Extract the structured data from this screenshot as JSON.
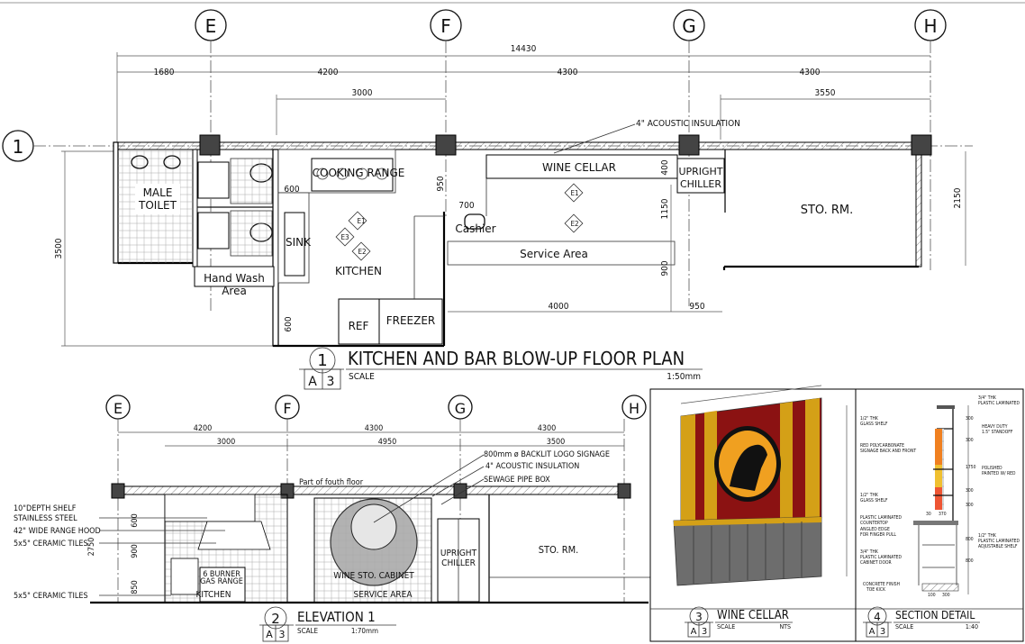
{
  "grid_labels": {
    "e": "E",
    "f": "F",
    "g": "G",
    "h": "H",
    "row1": "1"
  },
  "plan": {
    "dims": {
      "total": "14430",
      "d1": "1680",
      "d2": "4200",
      "d3": "4300",
      "d4": "4300",
      "inner1": "3000",
      "inner2": "3550",
      "side": "3500",
      "right": "2150",
      "d950a": "950",
      "d400": "400",
      "d1150": "1150",
      "d900": "900",
      "d700": "700",
      "d600a": "600",
      "d600b": "600",
      "d4000": "4000",
      "d950b": "950"
    },
    "rooms": {
      "male": "MALE",
      "toilet": "TOILET",
      "handwash": "Hand Wash",
      "area": "Area",
      "cooking": "COOKING RANGE",
      "sink": "SINK",
      "kitchen": "KITCHEN",
      "ref": "REF",
      "freezer": "FREEZER",
      "winecellar": "WINE CELLAR",
      "cashier": "Cashier",
      "service": "Service Area",
      "upright": "UPRIGHT",
      "chiller": "CHILLER",
      "sto": "STO. RM.",
      "insulation": "4\" ACOUSTIC INSULATION"
    },
    "elev_tags": {
      "e1": "E1",
      "e2": "E2",
      "e3": "E3"
    },
    "title": {
      "num": "1",
      "sheet": "A",
      "sheetnum": "3",
      "text": "KITCHEN AND BAR BLOW-UP FLOOR PLAN",
      "scale_label": "SCALE",
      "scale": "1:50mm"
    }
  },
  "elev": {
    "dims": {
      "a": "4200",
      "b": "4300",
      "c": "4300",
      "inner1": "3000",
      "inner2": "4950",
      "inner3": "3500",
      "h2750": "2750",
      "h600": "600",
      "h900": "900",
      "h850": "850"
    },
    "labels": {
      "shelf1": "10\"DEPTH SHELF",
      "shelf2": "STAINLESS STEEL",
      "hood": "42\" WIDE RANGE HOOD",
      "tiles1": "5x5\" CERAMIC TILES",
      "tiles2": "5x5\" CERAMIC TILES",
      "floor": "Part of fouth floor",
      "logo": "800mm ø BACKLIT LOGO SIGNAGE",
      "insul": "4\" ACOUSTIC INSULATION",
      "sewage": "SEWAGE PIPE BOX",
      "burner1": "6 BURNER",
      "burner2": "GAS RANGE",
      "kitchen": "KITCHEN",
      "wine": "WINE STO. CABINET",
      "service": "SERVICE AREA",
      "upright": "UPRIGHT",
      "chiller": "CHILLER",
      "sto": "STO. RM."
    },
    "title": {
      "num": "2",
      "sheet": "A",
      "sheetnum": "3",
      "text": "ELEVATION 1",
      "scale_label": "SCALE",
      "scale": "1:70mm"
    }
  },
  "wine": {
    "title": {
      "num": "3",
      "sheet": "A",
      "sheetnum": "3",
      "text": "WINE CELLAR",
      "scale_label": "SCALE",
      "scale": "NTS"
    }
  },
  "section": {
    "labels": {
      "l1a": "3/4\" THK",
      "l1b": "PLASTIC LAMINATED",
      "l2a": "1/2\" THK",
      "l2b": "GLASS SHELF",
      "l3a": "HEAVY DUTY",
      "l3b": "1.5\" STANDOFF",
      "l4a": "RED POLYCARBONATE",
      "l4b": "SIGNAGE BACK AND FRONT",
      "l5a": "POLISHED",
      "l5b": "PAINTED W/ RED",
      "l6a": "1/2\" THK",
      "l6b": "GLASS SHELF",
      "l7a": "PLASTIC LAMINATED",
      "l7b": "COUNTERTOP",
      "l8a": "ANGLED EDGE",
      "l8b": "FOR FINGER PULL",
      "l9a": "1/2\" THK",
      "l9b": "PLASTIC LAMINATED",
      "l9c": "ADJUSTABLE SHELF",
      "l10a": "3/4\" THK",
      "l10b": "PLASTIC LAMINATED",
      "l10c": "CABINET DOOR",
      "l11a": "CONCRETE FINISH",
      "l11b": "TOE KICK"
    },
    "dims": {
      "a": "300",
      "b": "300",
      "c": "1750",
      "d": "300",
      "e": "300",
      "f": "30",
      "g": "370",
      "h": "800",
      "i": "800",
      "j": "100",
      "k": "300"
    },
    "title": {
      "num": "4",
      "sheet": "A",
      "sheetnum": "3",
      "text": "SECTION DETAIL",
      "scale_label": "SCALE",
      "scale": "1:40"
    }
  }
}
